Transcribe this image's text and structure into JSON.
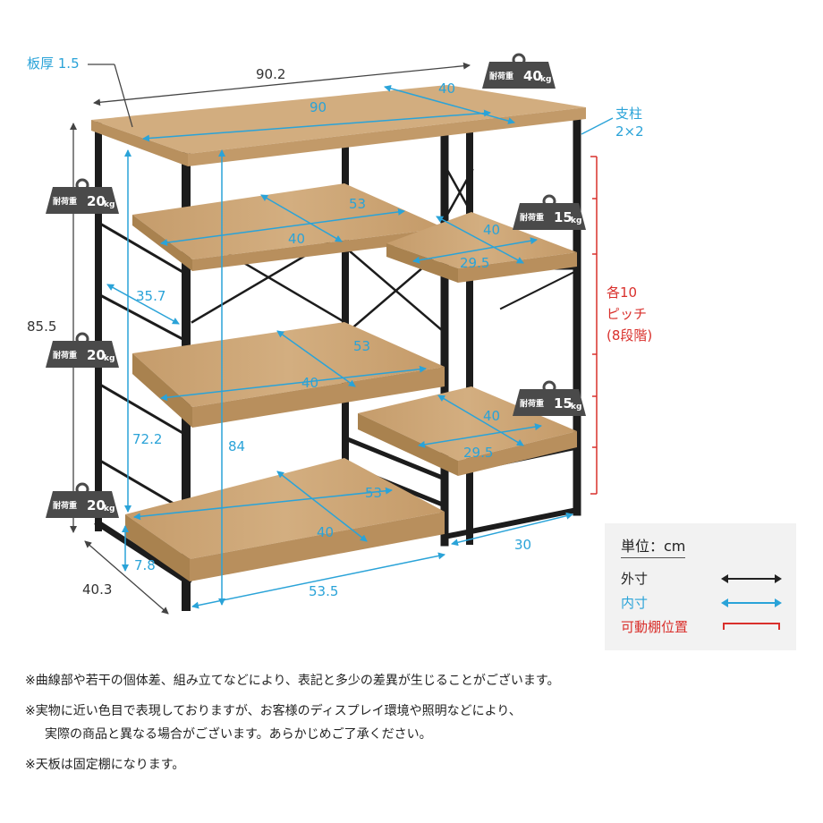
{
  "dimensions": {
    "board_thickness": "板厚 1.5",
    "total_width": "90.2",
    "top_width_inner": "90",
    "top_depth_inner": "40",
    "post_size": "支柱\n2×2",
    "post_size_line1": "支柱",
    "post_size_line2": "2×2",
    "height_total": "85.5",
    "height_inner": "84",
    "height_lower": "72.2",
    "gap_bottom": "7.8",
    "depth_total": "40.3",
    "bottom_width": "53.5",
    "side_width": "30",
    "side_depth": "35.7",
    "shelf1_w": "53",
    "shelf1_d": "40",
    "shelf2_w": "53",
    "shelf2_d": "40",
    "shelf3_w": "53",
    "shelf3_d": "40",
    "side_shelf1_d": "40",
    "side_shelf1_w": "29.5",
    "side_shelf2_d": "40",
    "side_shelf2_w": "29.5",
    "pitch_line1": "各10",
    "pitch_line2": "ピッチ",
    "pitch_line3": "(8段階)"
  },
  "badges": {
    "label": "耐荷重",
    "top": "40",
    "left1": "20",
    "left2": "20",
    "left3": "20",
    "right1": "15",
    "right2": "15",
    "unit": "kg"
  },
  "legend": {
    "unit": "単位：cm",
    "outer": "外寸",
    "inner": "内寸",
    "movable": "可動棚位置"
  },
  "notes": {
    "n1": "※曲線部や若干の個体差、組み立てなどにより、表記と多少の差異が生じることがございます。",
    "n2a": "※実物に近い色目で表現しておりますが、お客様のディスプレイ環境や照明などにより、",
    "n2b": "実際の商品と異なる場合がございます。あらかじめご了承ください。",
    "n3": "※天板は固定棚になります。"
  },
  "colors": {
    "wood": "#c9a374",
    "frame": "#1c1c1c",
    "inner_dim": "#2aa3d8",
    "movable": "#d9302c",
    "badge": "#4a4a4a"
  }
}
